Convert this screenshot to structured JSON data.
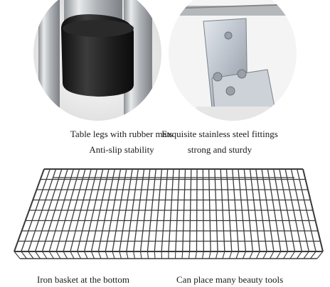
{
  "captions": {
    "table_legs": {
      "line1": "Table legs with rubber mats",
      "line2": "Anti-slip stability"
    },
    "fittings": {
      "line1": "Exquisite stainless steel fittings",
      "line2": "strong and sturdy"
    },
    "basket": "Iron basket at the bottom",
    "beauty_tools": "Can place many beauty tools"
  },
  "colors": {
    "rubber_cap": "#2b2b2b",
    "steel_tube": "#b9bcc0",
    "bracket": "#c8ccd2",
    "wire": "#3a3a3a"
  }
}
